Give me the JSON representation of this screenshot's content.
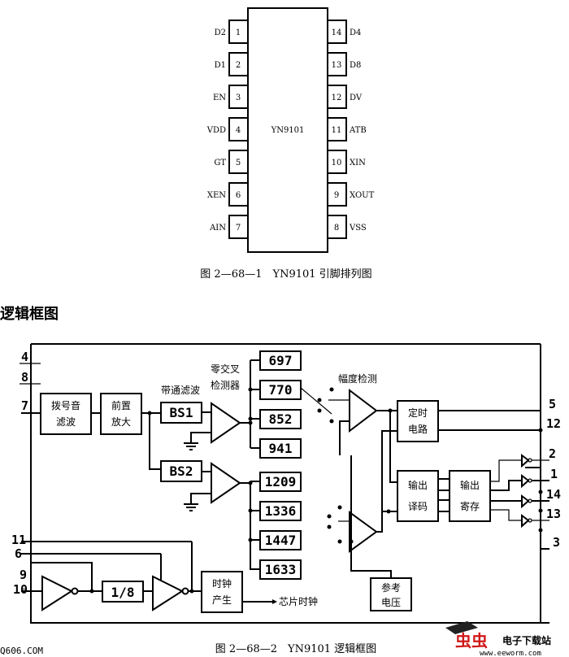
{
  "pinout": {
    "chip_label": "YN9101",
    "left_pins": [
      {
        "num": "1",
        "name": "D2"
      },
      {
        "num": "2",
        "name": "D1"
      },
      {
        "num": "3",
        "name": "EN"
      },
      {
        "num": "4",
        "name": "VDD"
      },
      {
        "num": "5",
        "name": "GT"
      },
      {
        "num": "6",
        "name": "XEN"
      },
      {
        "num": "7",
        "name": "AIN"
      }
    ],
    "right_pins": [
      {
        "num": "14",
        "name": "D4"
      },
      {
        "num": "13",
        "name": "D8"
      },
      {
        "num": "12",
        "name": "DV"
      },
      {
        "num": "11",
        "name": "ATB"
      },
      {
        "num": "10",
        "name": "XIN"
      },
      {
        "num": "9",
        "name": "XOUT"
      },
      {
        "num": "8",
        "name": "VSS"
      }
    ],
    "caption": "图 2—68—1　YN9101 引脚排列图"
  },
  "section_heading": "逻辑框图",
  "block_diagram": {
    "external_pins_left": [
      "4",
      "8",
      "7",
      "11",
      "6",
      "9",
      "10"
    ],
    "external_pins_right": [
      "5",
      "12",
      "2",
      "1",
      "14",
      "13",
      "3"
    ],
    "blocks": {
      "dial_tone_filter": [
        "拨号音",
        "滤波"
      ],
      "preamp": [
        "前置",
        "放大"
      ],
      "bandpass_label": "带通滤波",
      "zero_cross_label": [
        "零交叉",
        "检测器"
      ],
      "bs1": "BS1",
      "bs2": "BS2",
      "amplitude_label": "幅度检测",
      "low_group": [
        "697",
        "770",
        "852",
        "941"
      ],
      "high_group": [
        "1209",
        "1336",
        "1447",
        "1633"
      ],
      "timer": [
        "定时",
        "电路"
      ],
      "output_decode": [
        "输出",
        "译码"
      ],
      "output_latch": [
        "输出",
        "寄存"
      ],
      "reference": [
        "参考",
        "电压"
      ],
      "divider": "1/8",
      "clock_gen": [
        "时钟",
        "产生"
      ],
      "chip_clock_label": "芯片时钟"
    },
    "caption": "图 2—68—2　YN9101 逻辑框图"
  },
  "watermark": {
    "left_text": "Q606.COM",
    "brand": "虫虫",
    "brand_sub": "电子下载站",
    "url": "www.eeworm.com"
  }
}
